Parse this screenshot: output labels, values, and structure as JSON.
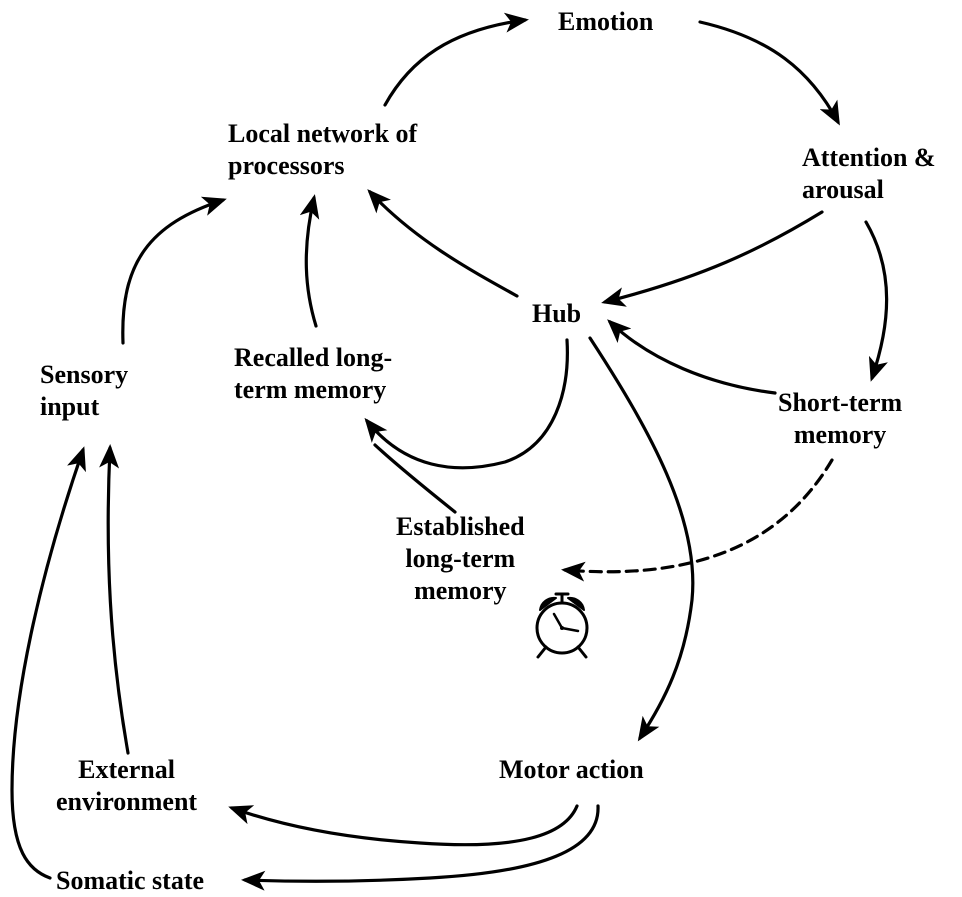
{
  "diagram": {
    "nodes": {
      "emotion": {
        "lines": [
          "Emotion"
        ]
      },
      "local_network": {
        "lines": [
          "Local network of",
          "processors"
        ]
      },
      "attention": {
        "lines": [
          "Attention &",
          "arousal"
        ]
      },
      "hub": {
        "lines": [
          "Hub"
        ]
      },
      "sensory": {
        "lines": [
          "Sensory",
          "input"
        ]
      },
      "recalled": {
        "lines": [
          "Recalled long-",
          "term memory"
        ]
      },
      "short_term": {
        "lines": [
          "Short-term",
          "memory"
        ]
      },
      "established": {
        "lines": [
          "Established",
          "long-term",
          "memory"
        ]
      },
      "external": {
        "lines": [
          "External",
          "environment"
        ]
      },
      "motor": {
        "lines": [
          "Motor action"
        ]
      },
      "somatic": {
        "lines": [
          "Somatic state"
        ]
      }
    },
    "icons": {
      "clock": "alarm-clock-icon"
    },
    "edges": [
      {
        "from": "local_network",
        "to": "emotion",
        "style": "solid"
      },
      {
        "from": "emotion",
        "to": "attention",
        "style": "solid"
      },
      {
        "from": "attention",
        "to": "hub",
        "style": "solid"
      },
      {
        "from": "attention",
        "to": "short_term",
        "style": "solid"
      },
      {
        "from": "hub",
        "to": "local_network",
        "style": "solid"
      },
      {
        "from": "short_term",
        "to": "hub",
        "style": "solid"
      },
      {
        "from": "hub",
        "to": "recalled",
        "style": "solid"
      },
      {
        "from": "established",
        "to": "recalled",
        "style": "solid"
      },
      {
        "from": "short_term",
        "to": "established",
        "style": "dashed"
      },
      {
        "from": "hub",
        "to": "motor",
        "style": "solid"
      },
      {
        "from": "recalled",
        "to": "local_network",
        "style": "solid"
      },
      {
        "from": "sensory",
        "to": "local_network",
        "style": "solid"
      },
      {
        "from": "motor",
        "to": "external",
        "style": "solid"
      },
      {
        "from": "motor",
        "to": "somatic",
        "style": "solid"
      },
      {
        "from": "external",
        "to": "sensory",
        "style": "solid"
      },
      {
        "from": "somatic",
        "to": "sensory",
        "style": "solid"
      }
    ]
  }
}
